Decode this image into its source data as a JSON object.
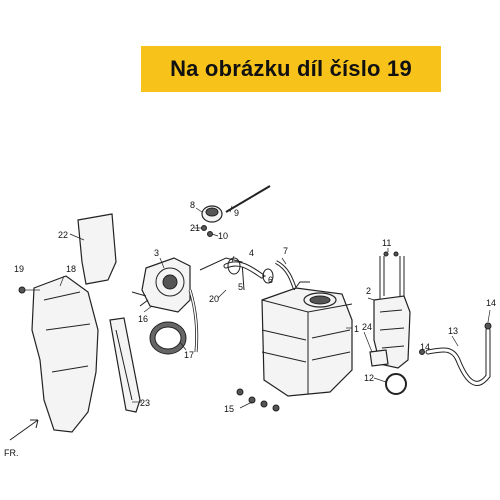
{
  "banner": {
    "text": "Na obrázku díl číslo 19",
    "background": "#f7c21a"
  },
  "diagram": {
    "callouts": [
      "1",
      "2",
      "3",
      "4",
      "5",
      "6",
      "7",
      "8",
      "9",
      "10",
      "11",
      "12",
      "13",
      "14",
      "15",
      "16",
      "17",
      "18",
      "19",
      "20",
      "21",
      "22",
      "23",
      "24"
    ],
    "direction_label": "FR."
  }
}
